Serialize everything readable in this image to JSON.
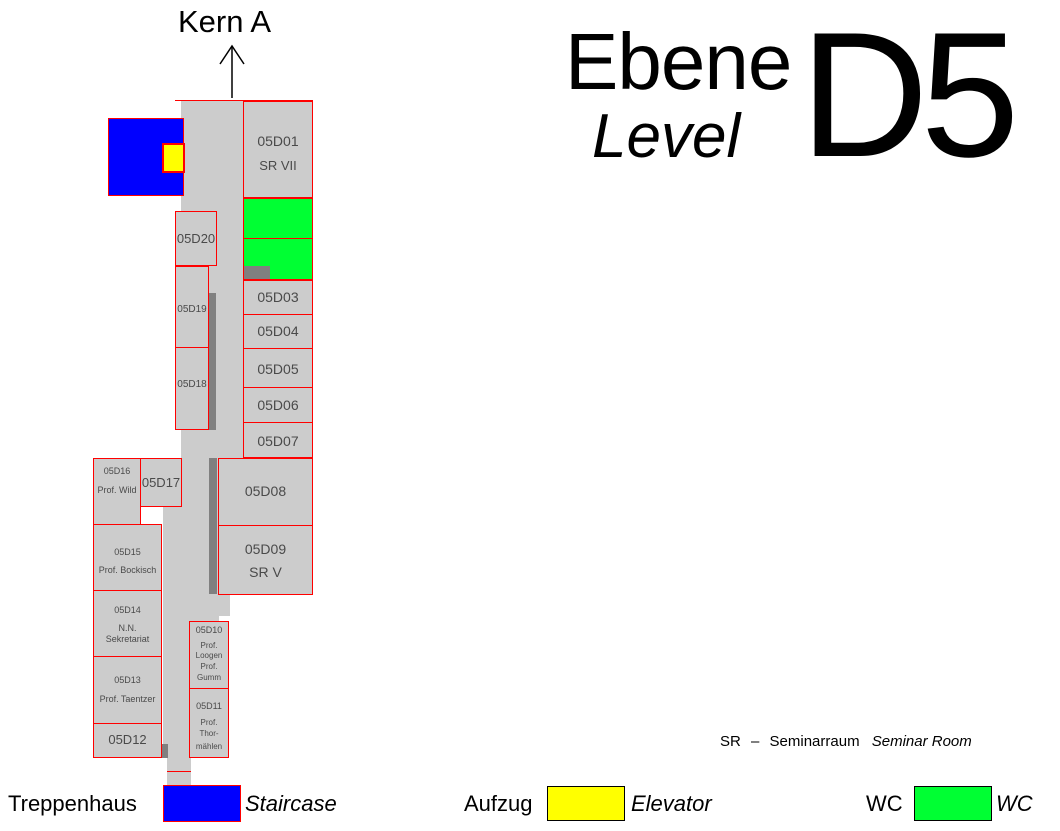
{
  "header": {
    "core": "Kern A",
    "ebene": "Ebene",
    "level": "Level",
    "floor": "D5"
  },
  "rooms": {
    "r05D01": "05D01",
    "r05D01_sub": "SR VII",
    "r05D20": "05D20",
    "r05D19": "05D19",
    "r05D18": "05D18",
    "r05D03": "05D03",
    "r05D04": "05D04",
    "r05D05": "05D05",
    "r05D06": "05D06",
    "r05D07": "05D07",
    "r05D16": "05D16",
    "r05D16_sub": "Prof. Wild",
    "r05D17": "05D17",
    "r05D08": "05D08",
    "r05D09": "05D09",
    "r05D09_sub": "SR V",
    "r05D15": "05D15",
    "r05D15_sub": "Prof. Bockisch",
    "r05D14": "05D14",
    "r05D14_sub1": "N.N.",
    "r05D14_sub2": "Sekretariat",
    "r05D10": "05D10",
    "r05D10_sub1": "Prof.",
    "r05D10_sub2": "Loogen",
    "r05D10_sub3": "Prof.",
    "r05D10_sub4": "Gumm",
    "r05D13": "05D13",
    "r05D13_sub": "Prof. Taentzer",
    "r05D11": "05D11",
    "r05D11_sub1": "Prof.",
    "r05D11_sub2": "Thor-",
    "r05D11_sub3": "mählen",
    "r05D12": "05D12"
  },
  "note": {
    "abbr": "SR",
    "dash": "–",
    "de": "Seminarraum",
    "en": "Seminar Room"
  },
  "legend": {
    "staircase_de": "Treppenhaus",
    "staircase_en": "Staircase",
    "elevator_de": "Aufzug",
    "elevator_en": "Elevator",
    "wc_de": "WC",
    "wc_en": "WC"
  },
  "colors": {
    "staircase": "#0000ff",
    "elevator": "#ffff00",
    "wc": "#00ff33",
    "room": "#cccccc",
    "wall_line": "#ff0000"
  }
}
